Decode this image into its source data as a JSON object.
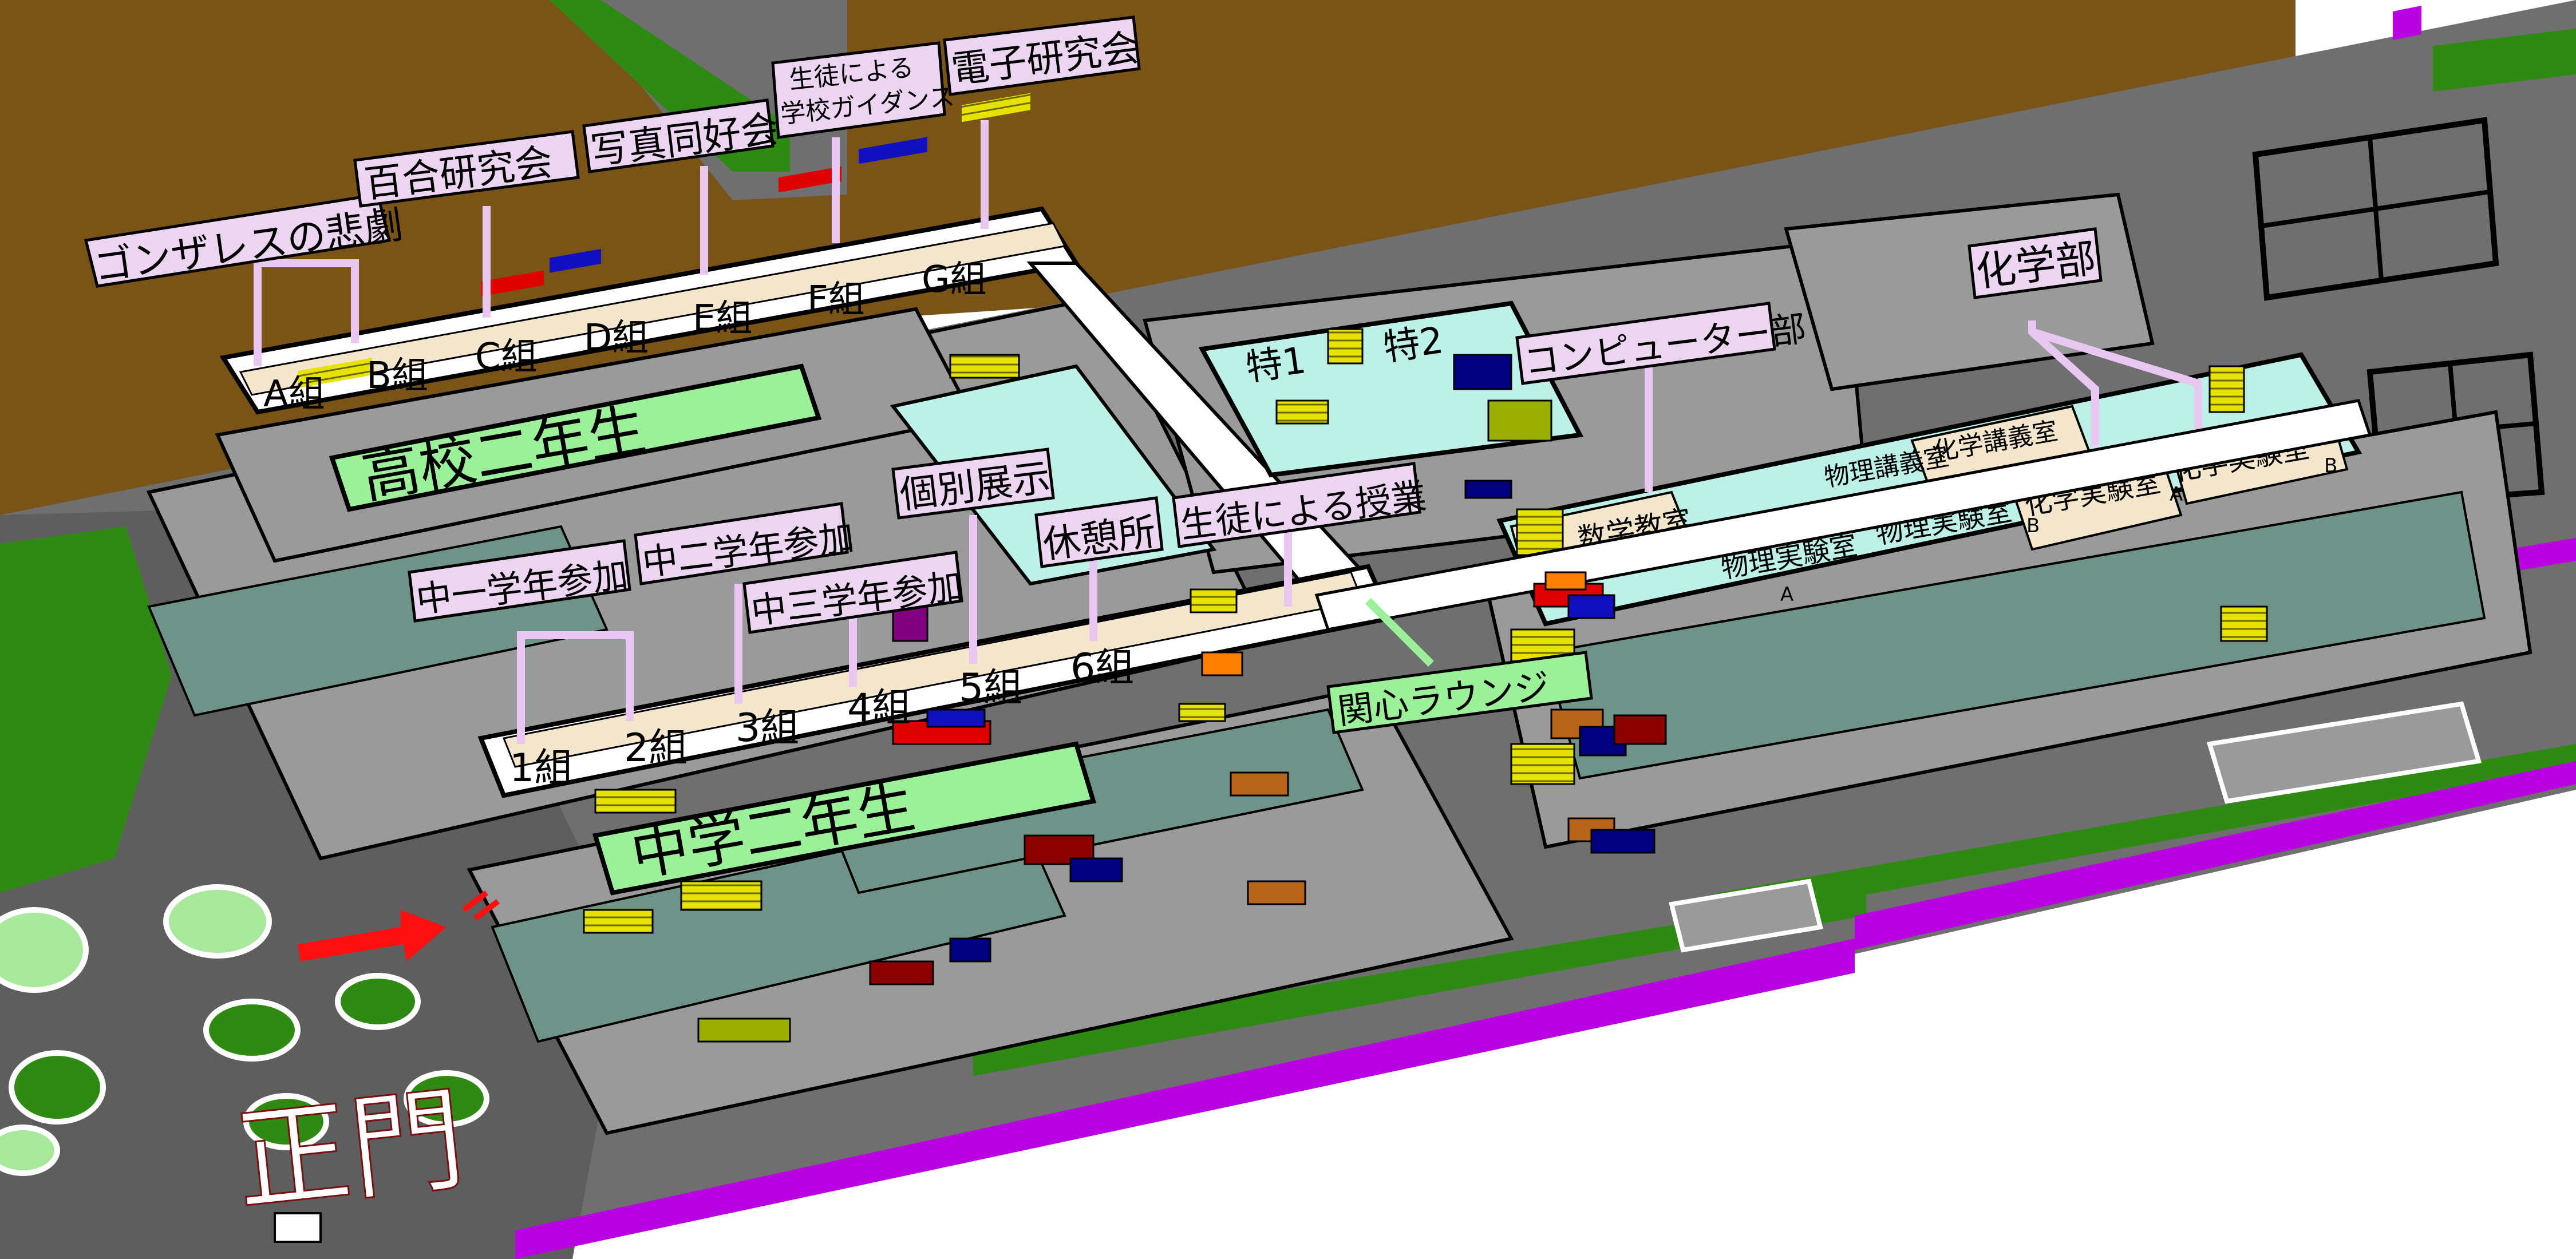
{
  "colors": {
    "field": "#7a5416",
    "ground": "#6f6f6f",
    "building": "#9a9a9a",
    "room": "#6f9388",
    "classroom": "#f3e6cd",
    "corridor": "#ffffff",
    "callout": "#ecd5f0",
    "grade_label": "#9df09a",
    "lab": "#bdf0e6",
    "edge_purple": "#b800e0",
    "grass": "#2e8a12",
    "lime": "#a8e89a",
    "arrow": "#ff1010"
  },
  "grade_labels": {
    "high2": "高校二年生",
    "junior2": "中学二年生"
  },
  "high_school_classes": [
    "A組",
    "B組",
    "C組",
    "D組",
    "E組",
    "F組",
    "G組"
  ],
  "junior_classes": [
    "1組",
    "2組",
    "3組",
    "4組",
    "5組",
    "6組"
  ],
  "special_rooms": [
    "特1",
    "特2"
  ],
  "science_rooms": {
    "math": "数学教室",
    "physics_lecture": "物理講義室",
    "chem_lecture": "化学講義室",
    "physics_lab_a": "物理実験室",
    "physics_lab_a_tag": "A",
    "physics_lab_b": "物理実験室",
    "physics_lab_b_tag": "B",
    "chem_lab_a": "化学実験室",
    "chem_lab_a_tag": "A",
    "chem_lab_b": "化学実験室",
    "chem_lab_b_tag": "B"
  },
  "high_callouts": {
    "gonzales": "ゴンザレスの悲劇",
    "yuri": "百合研究会",
    "photo": "写真同好会",
    "guidance_line1": "生徒による",
    "guidance_line2": "学校ガイダンス",
    "electronics": "電子研究会"
  },
  "junior_callouts": {
    "grade1": "中一学年参加",
    "grade2": "中二学年参加",
    "grade3": "中三学年参加",
    "exhibit": "個別展示",
    "rest": "休憩所",
    "lesson": "生徒による授業",
    "lounge": "関心ラウンジ"
  },
  "club_callouts": {
    "computer": "コンピューター部",
    "chemistry": "化学部"
  },
  "gate": "正門",
  "icons": [
    "entrance-arrow-icon"
  ]
}
